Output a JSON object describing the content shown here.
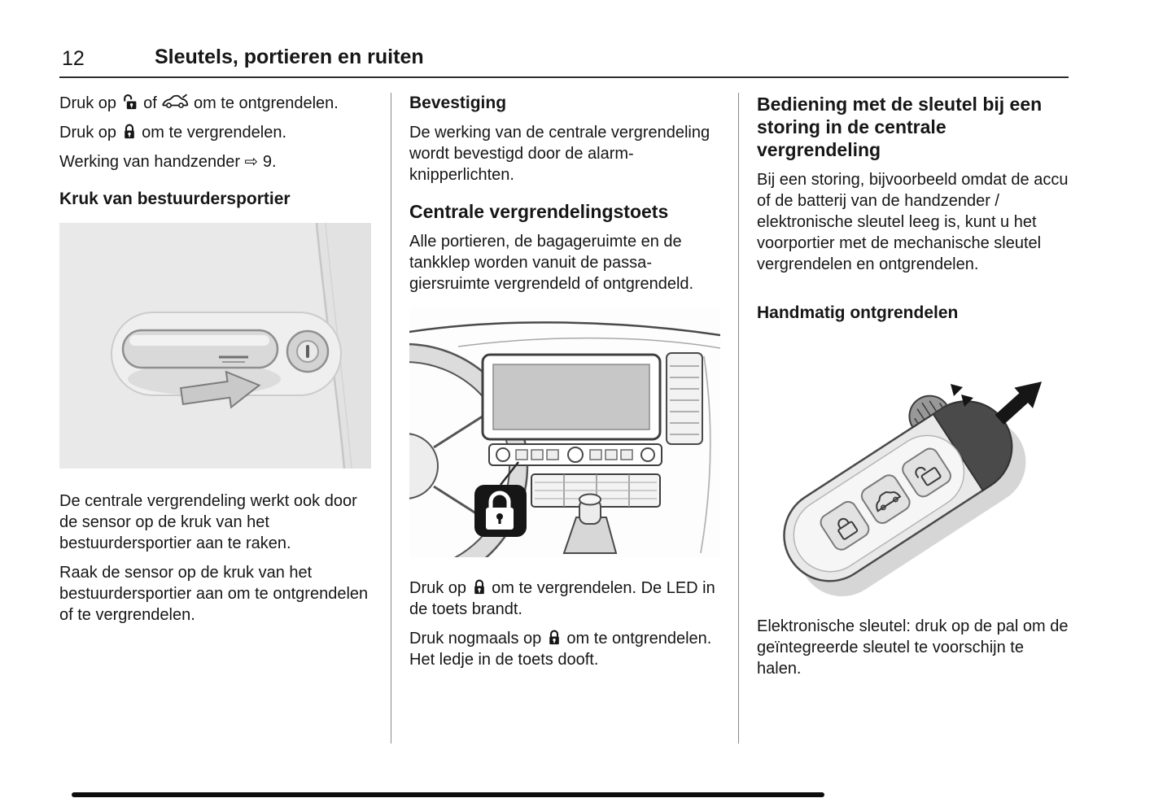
{
  "header": {
    "page_number": "12",
    "title": "Sleutels, portieren en ruiten"
  },
  "colors": {
    "text": "#161616",
    "figure_background": "#e9e9e9",
    "callout_background": "#161616",
    "divider": "#8a8a8a"
  },
  "icons": {
    "unlock": "open-padlock-icon",
    "lock": "closed-padlock-icon",
    "car": "car-tailgate-icon",
    "reference_arrow": "⇨"
  },
  "figures": {
    "door_handle": "driver-door-handle-with-pointer-arrow",
    "center_console": "infotainment-console-with-central-locking-button-callout",
    "key_fob": "electronic-key-with-release-catch-and-extract-arrow"
  },
  "left": {
    "p1": {
      "a": "Druk op ",
      "b": " of ",
      "c": " om te ontgrende­len."
    },
    "p2": {
      "a": "Druk op ",
      "b": " om te vergrendelen."
    },
    "p3": "Werking van handzender ⇨ 9.",
    "h_door": "Kruk van bestuurdersportier",
    "p4": "De centrale vergrendeling werkt ook door de sensor op de kruk van het bestuurdersportier aan te raken.",
    "p5": "Raak de sensor op de kruk van het bestuurdersportier aan om te ontgrendelen of te vergrendelen."
  },
  "middle": {
    "h_confirm": "Bevestiging",
    "p1": "De werking van de centrale vergren­deling wordt bevestigd door de alarm­knipperlichten.",
    "h_central": "Centrale vergrendelingstoets",
    "p2": "Alle portieren, de bagageruimte en de tankklep worden vanuit de passa­giersruimte vergrendeld of ontgren­deld.",
    "p3": {
      "a": "Druk op ",
      "b": " om te vergrendelen. De LED in de toets brandt."
    },
    "p4": {
      "a": "Druk nogmaals op ",
      "b": " om te ontgren­delen. Het ledje in de toets dooft."
    }
  },
  "right": {
    "h_emergency": "Bediening met de sleutel bij een storing in de centrale vergrendeling",
    "p1": "Bij een storing, bijvoorbeeld omdat de accu of de batterij van de handzen­der / elektronische sleutel leeg is, kunt u het voorportier met de mecha­nische sleutel vergrendelen en ontgrendelen.",
    "h_manual": "Handmatig ontgrendelen",
    "p2": "Elektronische sleutel: druk op de pal om de geïntegreerde sleutel te voor­schijn te halen."
  }
}
